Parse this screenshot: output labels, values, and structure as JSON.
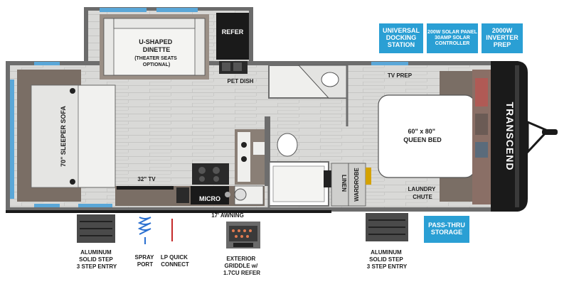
{
  "floorplan": {
    "brand_text": "TRANSCEND",
    "rooms": {
      "dinette": [
        "U-SHAPED",
        "DINETTE"
      ],
      "dinette_note": [
        "(THEATER SEATS",
        "OPTIONAL)"
      ],
      "refer": "REFER",
      "pet_dish": "PET DISH",
      "tv_prep": "TV PREP",
      "sofa": "70\" SLEEPER SOFA",
      "bed": [
        "60\" x 80\"",
        "QUEEN BED"
      ],
      "tv_32": "32\" TV",
      "micro": "MICRO",
      "linen": "LINEN",
      "wardrobe": "WARDROBE",
      "laundry": [
        "LAUNDRY",
        "CHUTE"
      ],
      "awning": "17' AWNING"
    },
    "exterior": {
      "step_left": [
        "ALUMINUM",
        "SOLID STEP",
        "3 STEP ENTRY"
      ],
      "spray_port": [
        "SPRAY",
        "PORT"
      ],
      "lp_quick": [
        "LP QUICK",
        "CONNECT"
      ],
      "griddle": [
        "EXTERIOR",
        "GRIDDLE w/",
        "1.7CU REFER"
      ],
      "step_right": [
        "ALUMINUM",
        "SOLID STEP",
        "3 STEP ENTRY"
      ]
    },
    "features": {
      "docking": [
        "UNIVERSAL",
        "DOCKING",
        "STATION"
      ],
      "solar": [
        "200W SOLAR PANEL",
        "30AMP SOLAR",
        "CONTROLLER"
      ],
      "inverter": [
        "2000W",
        "INVERTER",
        "PREP"
      ],
      "pass_thru": [
        "PASS-THRU",
        "STORAGE"
      ]
    },
    "colors": {
      "badge": "#2a9fd4",
      "wall": "#6a6a6a",
      "floor": "#d6d6d4",
      "cabinet": "#7b6f66",
      "dark": "#1a1a1a"
    }
  }
}
